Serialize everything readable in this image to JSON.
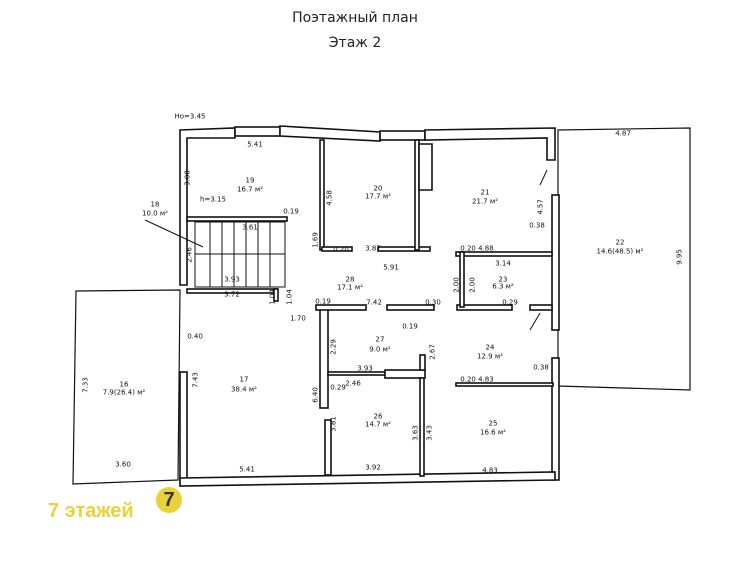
{
  "title": "Поэтажный план",
  "subtitle": "Этаж 2",
  "watermark": {
    "text": "7 этажей",
    "logo": "7",
    "color": "#e8d23a"
  },
  "level_mark": "Но=3.45",
  "ceiling_height": "h=3.15",
  "rooms": [
    {
      "no": "16",
      "area": "7.9(26.4) м²"
    },
    {
      "no": "17",
      "area": "38.4 м²"
    },
    {
      "no": "18",
      "area": "10.0 м²"
    },
    {
      "no": "19",
      "area": "16.7 м²"
    },
    {
      "no": "20",
      "area": "17.7 м²"
    },
    {
      "no": "21",
      "area": "21.7 м²"
    },
    {
      "no": "22",
      "area": "14.6(48.5) м²"
    },
    {
      "no": "23",
      "area": "6.3 м²"
    },
    {
      "no": "24",
      "area": "12.9 м²"
    },
    {
      "no": "25",
      "area": "16.6 м²"
    },
    {
      "no": "26",
      "area": "14.7 м²"
    },
    {
      "no": "27",
      "area": "9.0 м²"
    },
    {
      "no": "28",
      "area": "17.1 м²"
    }
  ],
  "dimensions": [
    "5.41",
    "3.08",
    "0.19",
    "3.61",
    "2.46",
    "3.93",
    "3.72",
    "1.04",
    "1.04",
    "1.70",
    "4.58",
    "1.69",
    "0.20",
    "3.87",
    "5.91",
    "0.19",
    "7.42",
    "0.30",
    "0.19",
    "4.57",
    "0.38",
    "0.20 4.88",
    "3.14",
    "2.00",
    "2.00",
    "0.29",
    "4.87",
    "9.95",
    "2.29",
    "2.67",
    "3.93",
    "2.46",
    "0.29",
    "6.40",
    "0.38",
    "0.20 4.83",
    "3.81",
    "3.63",
    "3.43",
    "3.92",
    "4.83",
    "0.40",
    "7.43",
    "7.33",
    "3.60",
    "5.41"
  ]
}
